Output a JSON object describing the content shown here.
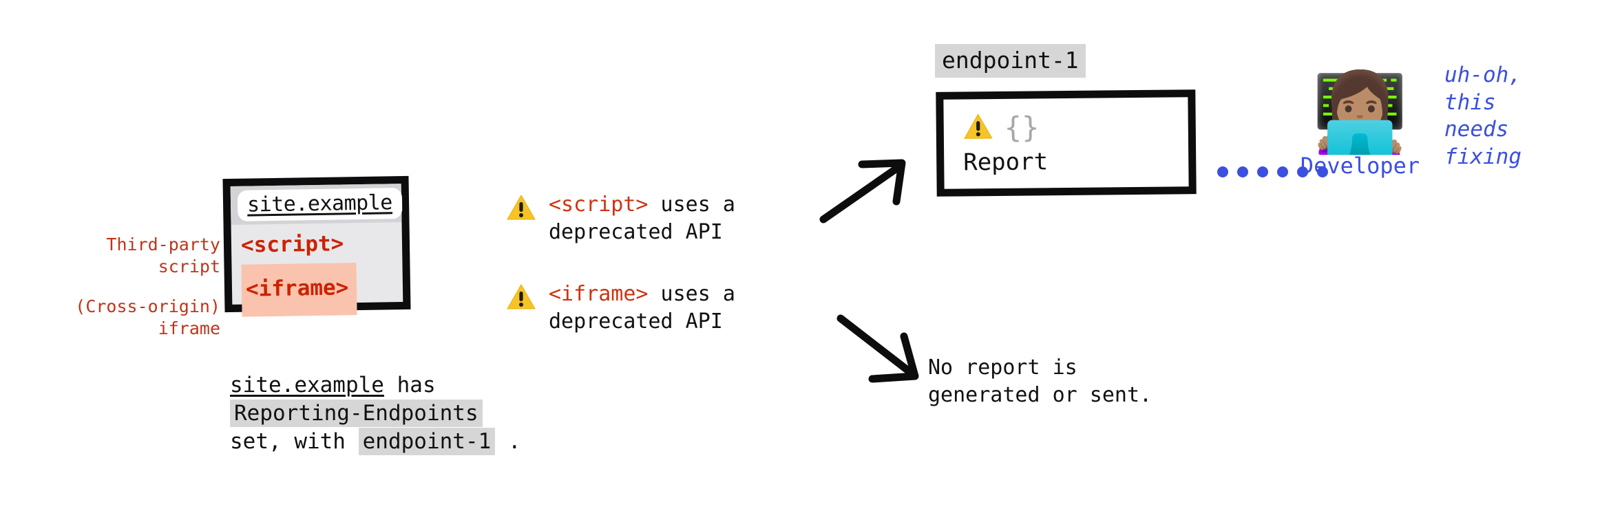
{
  "annotations": {
    "left_labels": [
      {
        "name": "third-party-script",
        "lines": [
          "Third-party",
          "script"
        ]
      },
      {
        "name": "cross-origin-iframe",
        "lines": [
          "(Cross-origin)",
          "iframe"
        ]
      }
    ],
    "label_color": "#c0341a"
  },
  "browser": {
    "url": "site.example",
    "code_lines": [
      {
        "text": "<script>",
        "highlighted": false
      },
      {
        "text": "<iframe>",
        "highlighted": true
      }
    ],
    "chrome_color": "#d2d3d6",
    "body_color": "#e8e8ea",
    "highlight_color": "#f9c3ad",
    "code_color": "#cc2200"
  },
  "caption": {
    "line1_site": "site.example",
    "line1_rest": " has",
    "line2_chip": "Reporting-Endpoints",
    "line3_prefix": "set, with ",
    "line3_chip": "endpoint-1",
    "line3_suffix": " ."
  },
  "warnings": [
    {
      "icon": "warning-triangle-icon",
      "tag": "<script>",
      "rest": " uses a",
      "line2": "deprecated API"
    },
    {
      "icon": "warning-triangle-icon",
      "tag": "<iframe>",
      "rest": " uses a",
      "line2": "deprecated API"
    }
  ],
  "endpoint": {
    "chip_label": "endpoint-1",
    "braces": "{}",
    "report_label": "Report",
    "icon": "warning-triangle-icon",
    "chip_bg": "#d6d6d6"
  },
  "no_report": {
    "line1": "No report is",
    "line2": "generated or sent."
  },
  "connector": {
    "dot_count": 6,
    "dot_color": "#3b4fe0"
  },
  "developer": {
    "emoji": "👩🏽‍💻",
    "label": "Developer",
    "label_color": "#3b4fe0"
  },
  "speech": {
    "lines": [
      "uh-oh,",
      "this",
      "needs",
      "fixing"
    ],
    "color": "#3b4fe0"
  }
}
